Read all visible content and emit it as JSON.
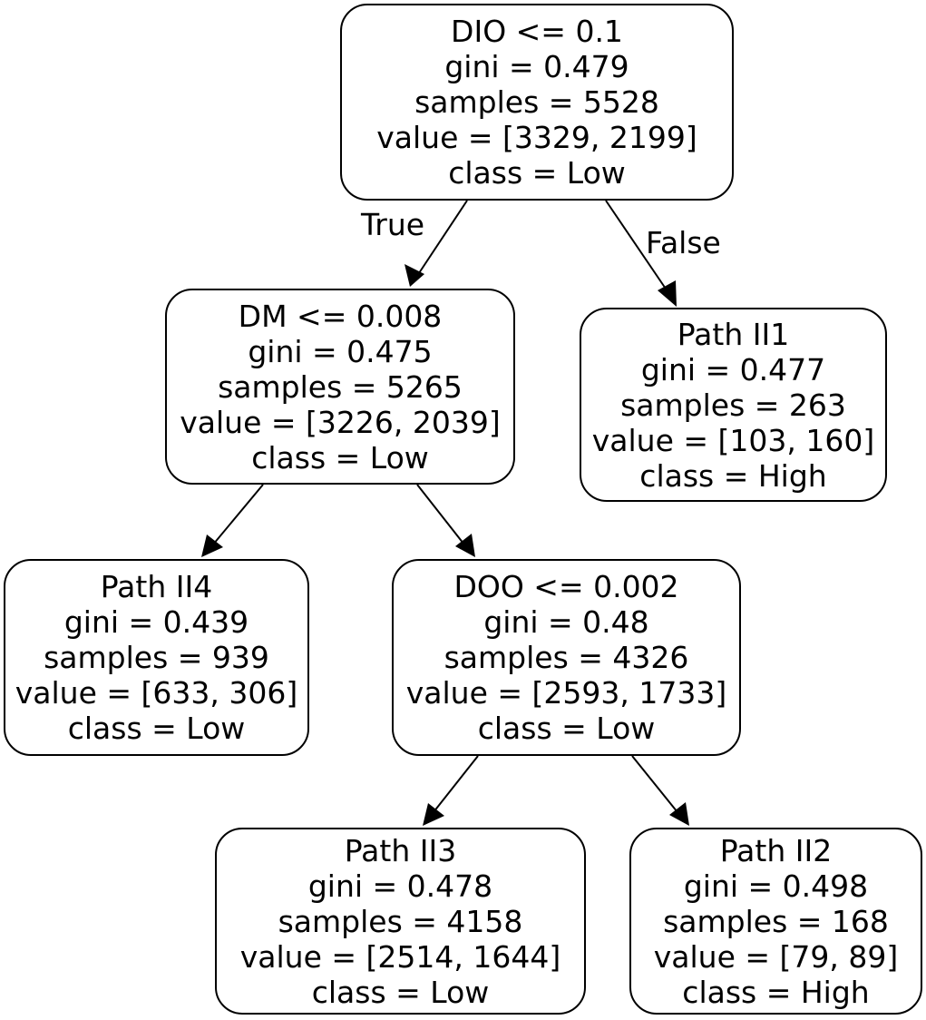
{
  "tree": {
    "edge_labels": {
      "true": "True",
      "false": "False"
    },
    "nodes": [
      {
        "id": "n0",
        "lines": [
          "DIO <= 0.1",
          "gini = 0.479",
          "samples = 5528",
          "value = [3329, 2199]",
          "class = Low"
        ]
      },
      {
        "id": "n1",
        "lines": [
          "DM <= 0.008",
          "gini = 0.475",
          "samples = 5265",
          "value = [3226, 2039]",
          "class = Low"
        ]
      },
      {
        "id": "n2",
        "lines": [
          "Path II1",
          "gini = 0.477",
          "samples = 263",
          "value = [103, 160]",
          "class = High"
        ]
      },
      {
        "id": "n3",
        "lines": [
          "Path II4",
          "gini = 0.439",
          "samples = 939",
          "value = [633, 306]",
          "class = Low"
        ]
      },
      {
        "id": "n4",
        "lines": [
          "DOO <= 0.002",
          "gini = 0.48",
          "samples = 4326",
          "value = [2593, 1733]",
          "class = Low"
        ]
      },
      {
        "id": "n5",
        "lines": [
          "Path II3",
          "gini = 0.478",
          "samples = 4158",
          "value = [2514, 1644]",
          "class = Low"
        ]
      },
      {
        "id": "n6",
        "lines": [
          "Path II2",
          "gini = 0.498",
          "samples = 168",
          "value = [79, 89]",
          "class = High"
        ]
      }
    ],
    "edges": [
      {
        "from": "n0",
        "to": "n1"
      },
      {
        "from": "n0",
        "to": "n2"
      },
      {
        "from": "n1",
        "to": "n3"
      },
      {
        "from": "n1",
        "to": "n4"
      },
      {
        "from": "n4",
        "to": "n5"
      },
      {
        "from": "n4",
        "to": "n6"
      }
    ]
  }
}
